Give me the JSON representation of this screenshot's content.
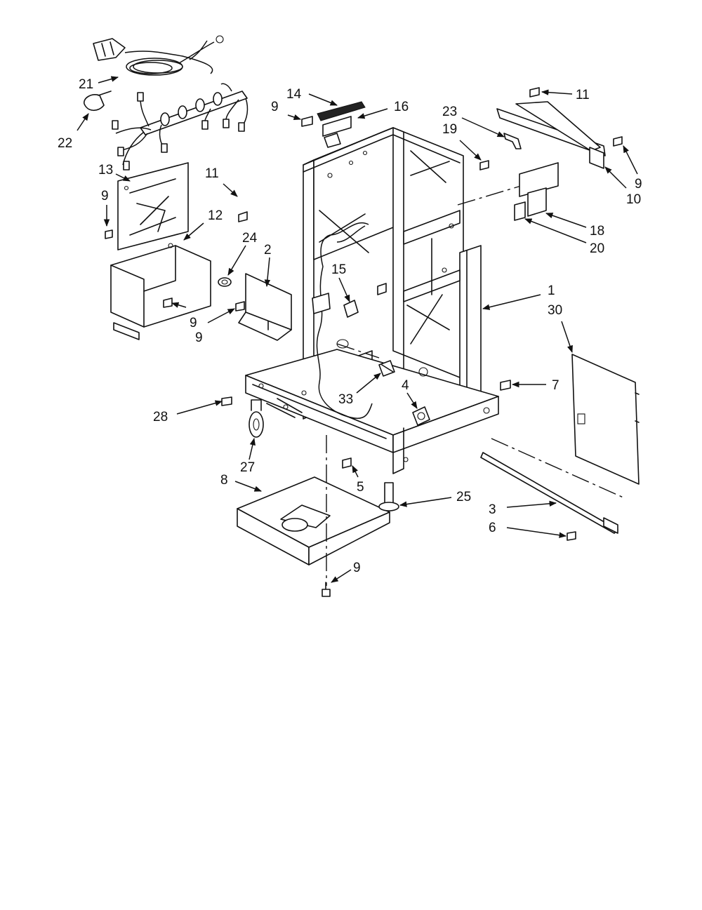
{
  "diagram": {
    "callouts": [
      "21",
      "22",
      "14",
      "9",
      "16",
      "23",
      "11",
      "19",
      "9",
      "10",
      "13",
      "9",
      "11",
      "12",
      "24",
      "2",
      "15",
      "18",
      "20",
      "1",
      "30",
      "9",
      "9",
      "28",
      "27",
      "33",
      "4",
      "7",
      "8",
      "5",
      "25",
      "3",
      "6",
      "9"
    ]
  }
}
